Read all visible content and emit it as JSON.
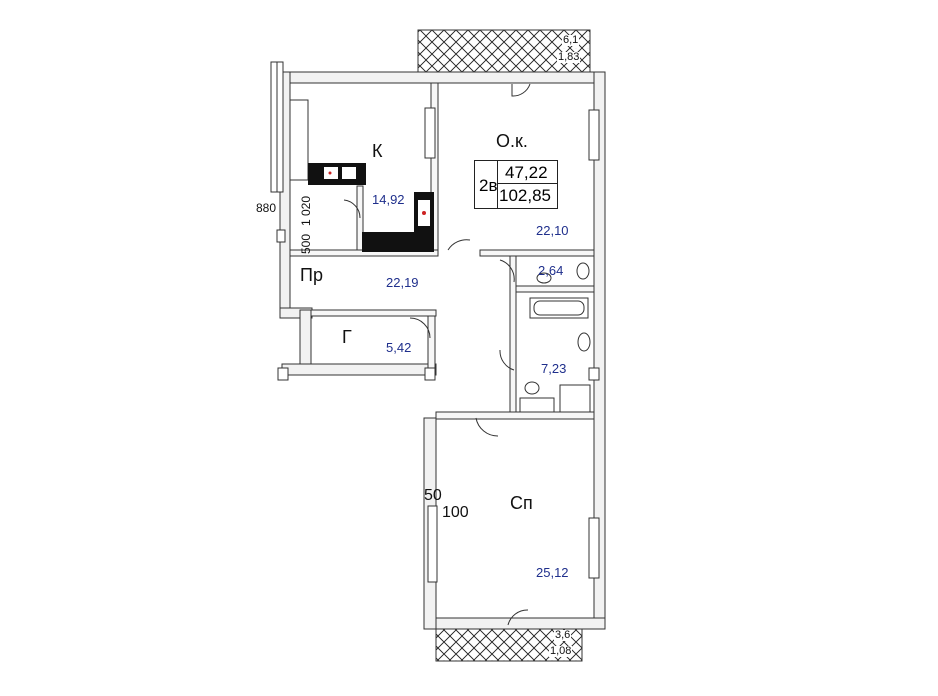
{
  "plan": {
    "rooms": [
      {
        "id": "kitchen",
        "label": "К",
        "area": "14,92"
      },
      {
        "id": "living",
        "label": "О.к.",
        "area": "22,10"
      },
      {
        "id": "hall",
        "label": "Пр",
        "area": "22,19"
      },
      {
        "id": "wardrobe",
        "label": "Г",
        "area": "5,42"
      },
      {
        "id": "wc",
        "label": "",
        "area": "2,64"
      },
      {
        "id": "bath",
        "label": "",
        "area": "7,23"
      },
      {
        "id": "bedroom",
        "label": "Сп",
        "area": "25,12"
      }
    ],
    "summary": {
      "apartment_type": "2в",
      "living_area": "47,22",
      "total_area": "102,85"
    },
    "balconies": [
      {
        "id": "balcony-top",
        "code": "6,1",
        "area": "1,83"
      },
      {
        "id": "balcony-bottom",
        "code": "3,6",
        "area": "1,08"
      }
    ],
    "dimensions": {
      "d880": "880",
      "d1020": "1 020",
      "d500": "500",
      "d50": "50",
      "d100": "100"
    },
    "colors": {
      "wall": "#f2f2f2",
      "wall_stroke": "#333333",
      "area_text": "#1f2f8c",
      "fixture_dark": "#111111",
      "fixture_red": "#cc2222"
    }
  }
}
